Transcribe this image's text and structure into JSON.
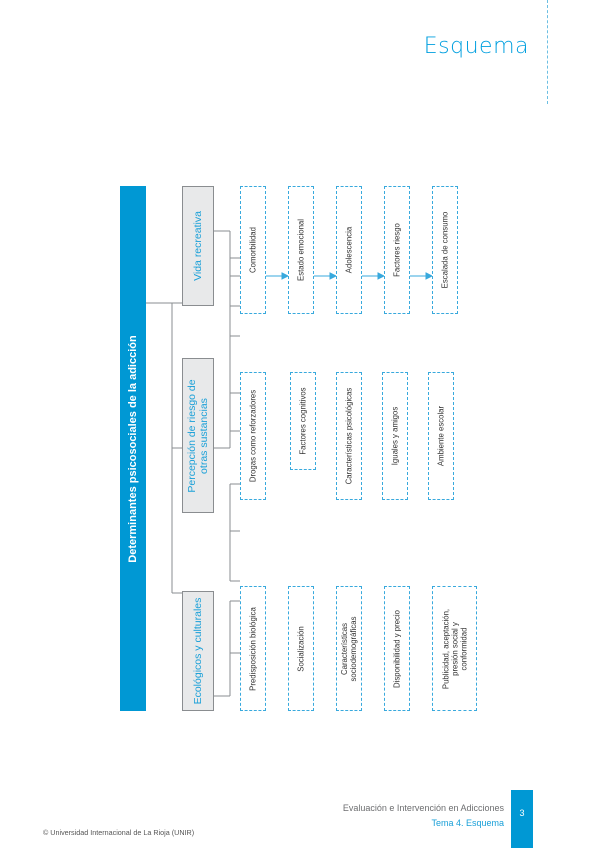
{
  "header": {
    "title": "Esquema"
  },
  "diagram": {
    "main": "Determinantes psicosociales de la adicción",
    "columns": [
      {
        "category": "Ecológicos y culturales",
        "items": [
          "Predisposición biológica",
          "Socialización",
          "Características\nsociodemográficas",
          "Disponibilidad y precio",
          "Publicidad, aceptación,\npresión social y\nconformidad"
        ]
      },
      {
        "category": "Percepción de riesgo de\notras sustancias",
        "items": [
          "Drogas como reforzadores",
          "Factores cognitivos",
          "Características psicológicas",
          "Iguales y amigos",
          "Ambiente escolar"
        ]
      },
      {
        "category": "Vida recreativa",
        "items": [
          "Comorbilidad",
          "Estado emocional",
          "Adolescencia",
          "Factores riesgo",
          "Escalada de consumo"
        ]
      }
    ]
  },
  "footer": {
    "course": "Evaluación e Intervención en Adicciones",
    "topic": "Tema 4. Esquema",
    "page": "3",
    "copyright": "© Universidad Internacional de La Rioja (UNIR)"
  }
}
